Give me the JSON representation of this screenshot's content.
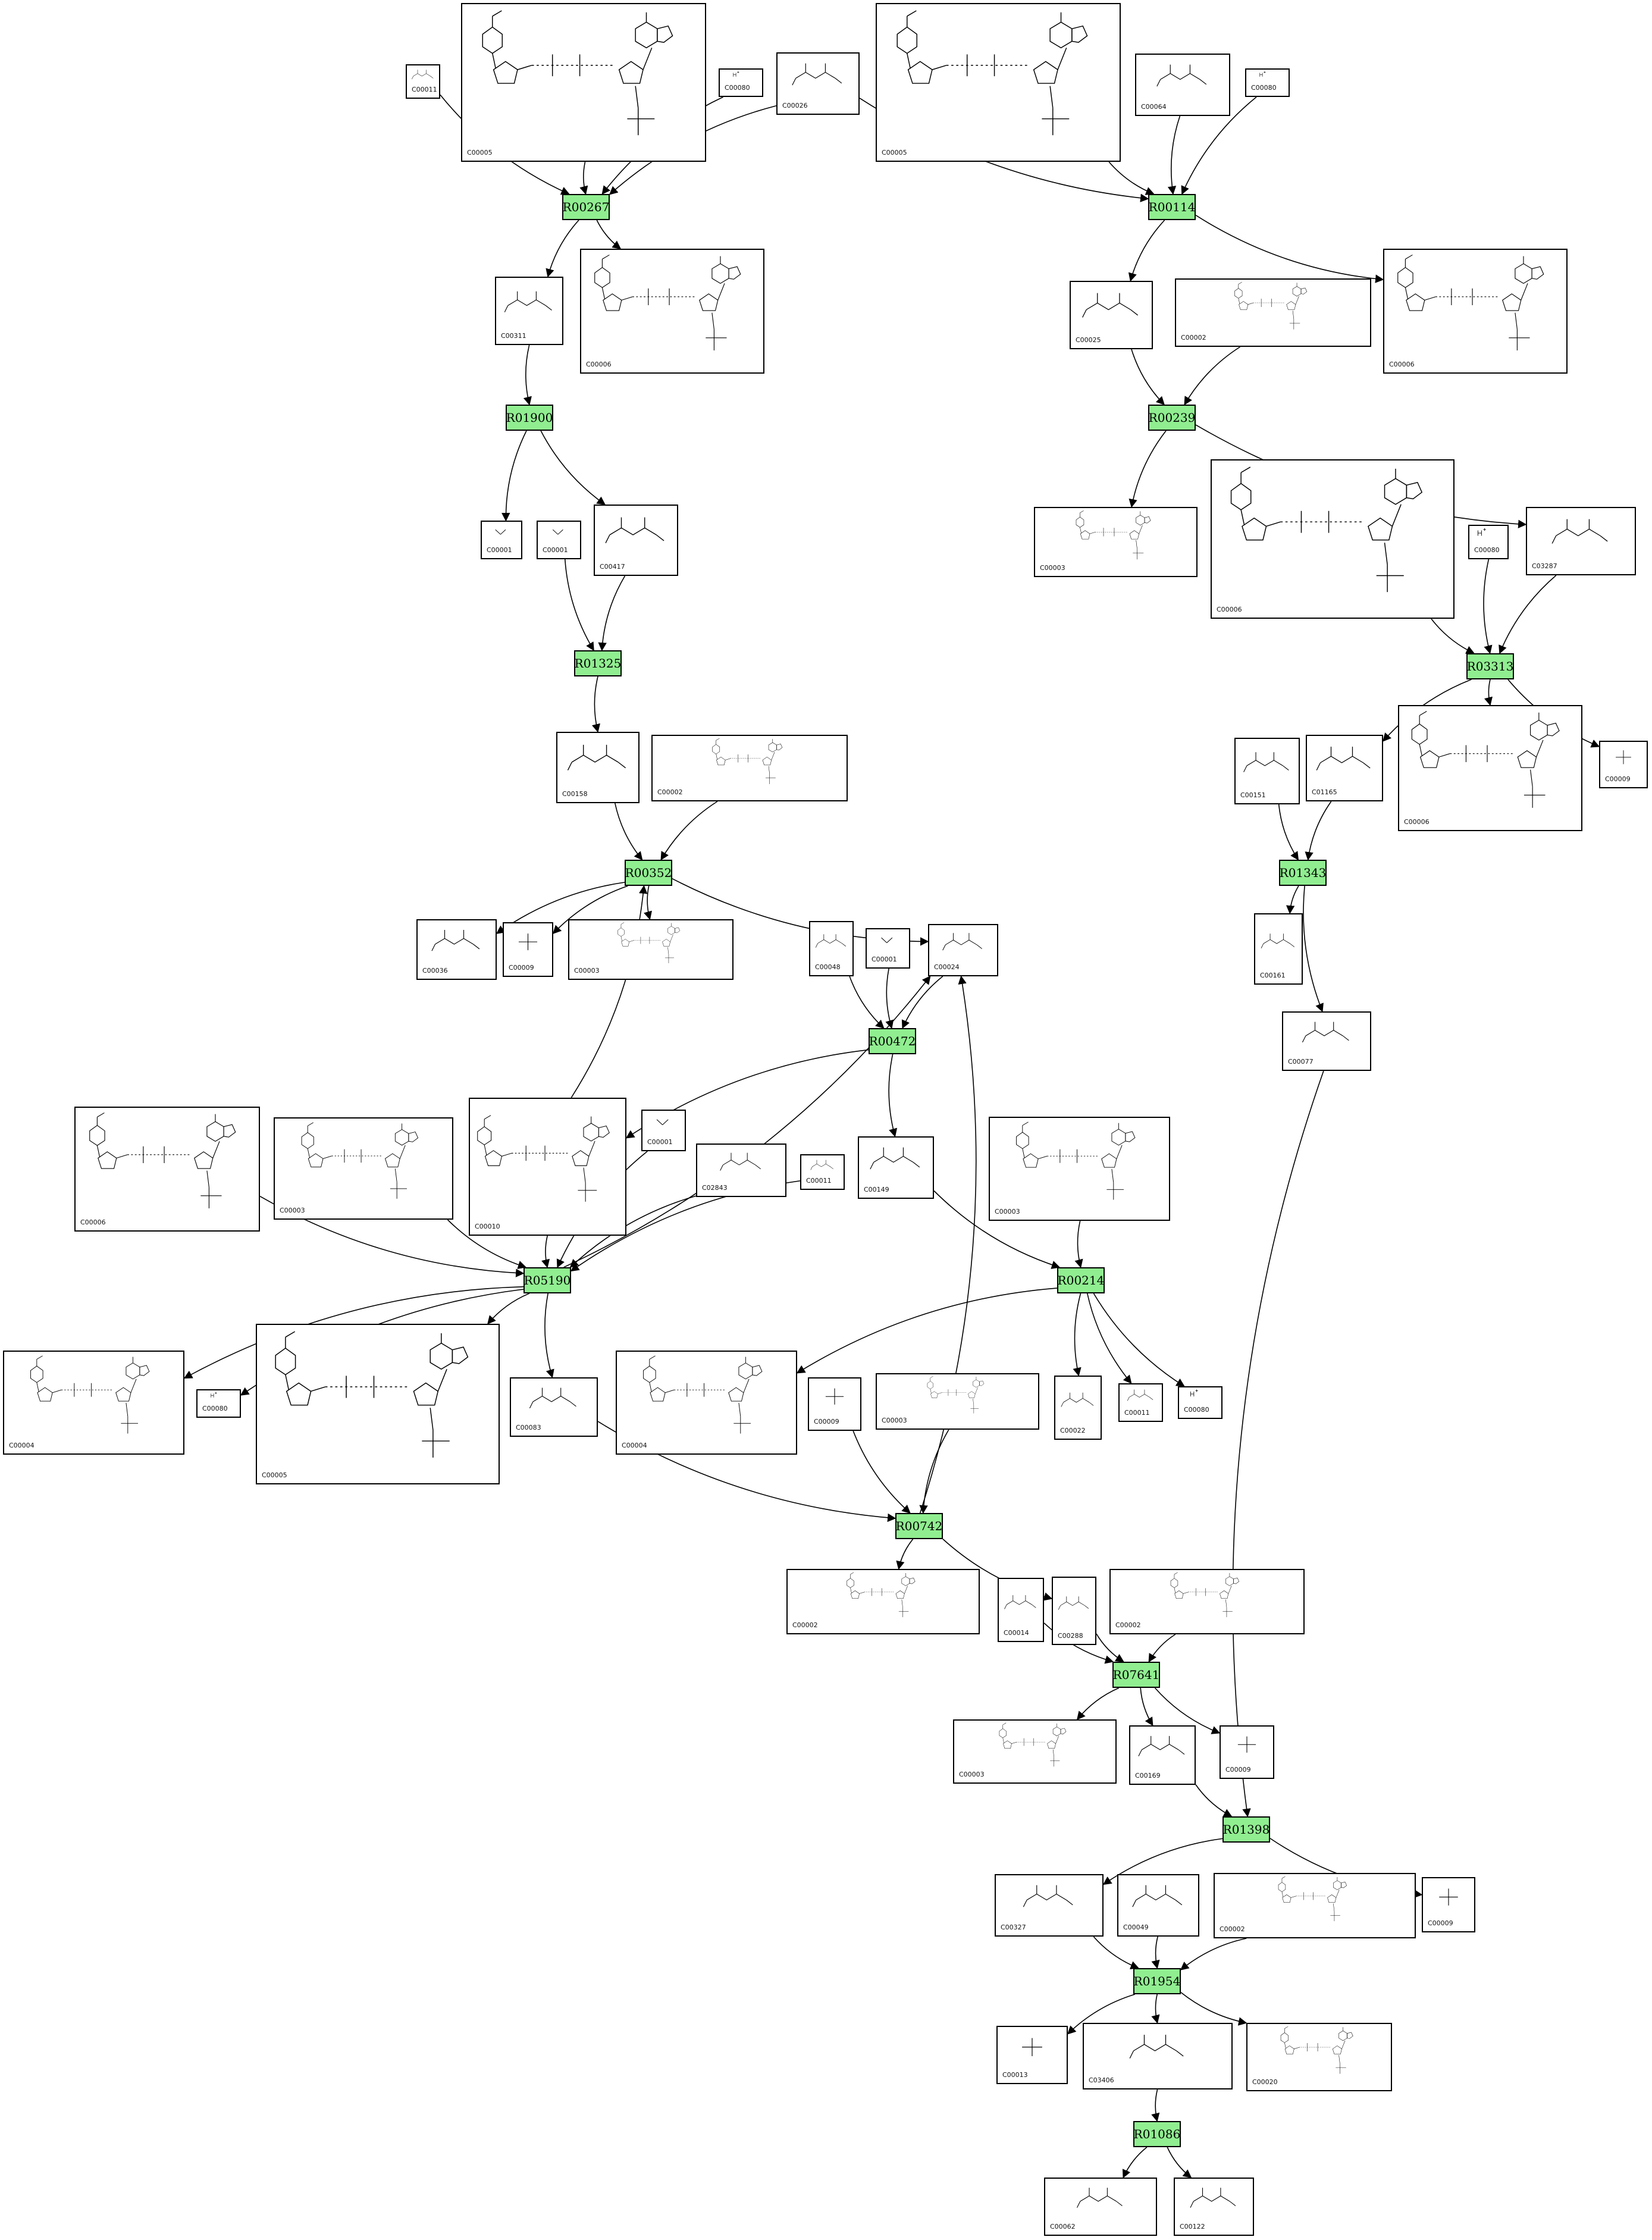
{
  "reactions": [
    {
      "id": "r1",
      "label": "R00267"
    },
    {
      "id": "r2",
      "label": "R00114"
    },
    {
      "id": "r3",
      "label": "R01900"
    },
    {
      "id": "r4",
      "label": "R00239"
    },
    {
      "id": "r5",
      "label": "R01325"
    },
    {
      "id": "r6",
      "label": "R03313"
    },
    {
      "id": "r7",
      "label": "R00352"
    },
    {
      "id": "r8",
      "label": "R01343"
    },
    {
      "id": "r9",
      "label": "R00472"
    },
    {
      "id": "r10",
      "label": "R05190"
    },
    {
      "id": "r11",
      "label": "R00214"
    },
    {
      "id": "r12",
      "label": "R00742"
    },
    {
      "id": "r13",
      "label": "R07641"
    },
    {
      "id": "r14",
      "label": "R01398"
    },
    {
      "id": "r15",
      "label": "R01954"
    },
    {
      "id": "r16",
      "label": "R01086"
    }
  ],
  "compounds": [
    {
      "id": "c1",
      "label": "C00011",
      "kind": "small"
    },
    {
      "id": "c2",
      "label": "C00005",
      "kind": "nucleotide"
    },
    {
      "id": "c3",
      "label": "C00080",
      "kind": "ion"
    },
    {
      "id": "c4",
      "label": "C00026",
      "kind": "small"
    },
    {
      "id": "c5",
      "label": "C00005",
      "kind": "nucleotide"
    },
    {
      "id": "c6",
      "label": "C00064",
      "kind": "small"
    },
    {
      "id": "c7",
      "label": "C00080",
      "kind": "ion"
    },
    {
      "id": "c8",
      "label": "C00311",
      "kind": "small"
    },
    {
      "id": "c9",
      "label": "C00006",
      "kind": "nucleotide"
    },
    {
      "id": "c10",
      "label": "C00025",
      "kind": "small"
    },
    {
      "id": "c11",
      "label": "C00002",
      "kind": "nucleotide"
    },
    {
      "id": "c12",
      "label": "C00006",
      "kind": "nucleotide"
    },
    {
      "id": "c13",
      "label": "C00001",
      "kind": "water"
    },
    {
      "id": "c14",
      "label": "C00001",
      "kind": "water"
    },
    {
      "id": "c15",
      "label": "C00417",
      "kind": "small"
    },
    {
      "id": "c16",
      "label": "C00003",
      "kind": "nucleotide"
    },
    {
      "id": "c17",
      "label": "C00006",
      "kind": "nucleotide"
    },
    {
      "id": "c18",
      "label": "C00080",
      "kind": "ion"
    },
    {
      "id": "c19",
      "label": "C03287",
      "kind": "small"
    },
    {
      "id": "c20",
      "label": "C00158",
      "kind": "small"
    },
    {
      "id": "c21",
      "label": "C00002",
      "kind": "nucleotide"
    },
    {
      "id": "c22",
      "label": "C00151",
      "kind": "small"
    },
    {
      "id": "c23",
      "label": "C01165",
      "kind": "small"
    },
    {
      "id": "c24",
      "label": "C00006",
      "kind": "nucleotide"
    },
    {
      "id": "c25",
      "label": "C00009",
      "kind": "phosphate"
    },
    {
      "id": "c26",
      "label": "C00036",
      "kind": "small"
    },
    {
      "id": "c27",
      "label": "C00009",
      "kind": "phosphate"
    },
    {
      "id": "c28",
      "label": "C00003",
      "kind": "nucleotide"
    },
    {
      "id": "c29",
      "label": "C00048",
      "kind": "small"
    },
    {
      "id": "c30",
      "label": "C00001",
      "kind": "water"
    },
    {
      "id": "c31",
      "label": "C00024",
      "kind": "small"
    },
    {
      "id": "c32",
      "label": "C00161",
      "kind": "small"
    },
    {
      "id": "c33",
      "label": "C00077",
      "kind": "small"
    },
    {
      "id": "c34",
      "label": "C00006",
      "kind": "nucleotide"
    },
    {
      "id": "c35",
      "label": "C00003",
      "kind": "nucleotide"
    },
    {
      "id": "c36",
      "label": "C00010",
      "kind": "nucleotide"
    },
    {
      "id": "c37",
      "label": "C00001",
      "kind": "water"
    },
    {
      "id": "c38",
      "label": "C02843",
      "kind": "small"
    },
    {
      "id": "c39",
      "label": "C00011",
      "kind": "small"
    },
    {
      "id": "c40",
      "label": "C00149",
      "kind": "small"
    },
    {
      "id": "c41",
      "label": "C00003",
      "kind": "nucleotide"
    },
    {
      "id": "c42",
      "label": "C00004",
      "kind": "nucleotide"
    },
    {
      "id": "c43",
      "label": "C00080",
      "kind": "ion"
    },
    {
      "id": "c44",
      "label": "C00005",
      "kind": "nucleotide"
    },
    {
      "id": "c45",
      "label": "C00083",
      "kind": "small"
    },
    {
      "id": "c46",
      "label": "C00004",
      "kind": "nucleotide"
    },
    {
      "id": "c47",
      "label": "C00009",
      "kind": "phosphate"
    },
    {
      "id": "c48",
      "label": "C00003",
      "kind": "nucleotide"
    },
    {
      "id": "c49",
      "label": "C00022",
      "kind": "small"
    },
    {
      "id": "c50",
      "label": "C00011",
      "kind": "small"
    },
    {
      "id": "c51",
      "label": "C00080",
      "kind": "ion"
    },
    {
      "id": "c52",
      "label": "C00002",
      "kind": "nucleotide"
    },
    {
      "id": "c53",
      "label": "C00014",
      "kind": "small"
    },
    {
      "id": "c54",
      "label": "C00288",
      "kind": "small"
    },
    {
      "id": "c55",
      "label": "C00002",
      "kind": "nucleotide"
    },
    {
      "id": "c56",
      "label": "C00003",
      "kind": "nucleotide"
    },
    {
      "id": "c57",
      "label": "C00169",
      "kind": "small"
    },
    {
      "id": "c58",
      "label": "C00009",
      "kind": "phosphate"
    },
    {
      "id": "c59",
      "label": "C00327",
      "kind": "small"
    },
    {
      "id": "c60",
      "label": "C00049",
      "kind": "small"
    },
    {
      "id": "c61",
      "label": "C00002",
      "kind": "nucleotide"
    },
    {
      "id": "c62",
      "label": "C00009",
      "kind": "phosphate"
    },
    {
      "id": "c63",
      "label": "C00013",
      "kind": "phosphate"
    },
    {
      "id": "c64",
      "label": "C03406",
      "kind": "small"
    },
    {
      "id": "c65",
      "label": "C00020",
      "kind": "nucleotide"
    },
    {
      "id": "c66",
      "label": "C00062",
      "kind": "small"
    },
    {
      "id": "c67",
      "label": "C00122",
      "kind": "small"
    }
  ],
  "edges": [
    [
      "c1",
      "r1"
    ],
    [
      "c2",
      "r1"
    ],
    [
      "c3",
      "r1"
    ],
    [
      "c4",
      "r1"
    ],
    [
      "r1",
      "c8"
    ],
    [
      "r1",
      "c9"
    ],
    [
      "c4",
      "r2"
    ],
    [
      "c5",
      "r2"
    ],
    [
      "c6",
      "r2"
    ],
    [
      "c7",
      "r2"
    ],
    [
      "r2",
      "c10"
    ],
    [
      "r2",
      "c12"
    ],
    [
      "c8",
      "r3"
    ],
    [
      "r3",
      "c13"
    ],
    [
      "r3",
      "c15"
    ],
    [
      "c10",
      "r4"
    ],
    [
      "c11",
      "r4"
    ],
    [
      "r4",
      "c16"
    ],
    [
      "r4",
      "c19"
    ],
    [
      "c14",
      "r5"
    ],
    [
      "c15",
      "r5"
    ],
    [
      "r5",
      "c20"
    ],
    [
      "c17",
      "r6"
    ],
    [
      "c18",
      "r6"
    ],
    [
      "c19",
      "r6"
    ],
    [
      "r6",
      "c23"
    ],
    [
      "r6",
      "c24"
    ],
    [
      "r6",
      "c25"
    ],
    [
      "c20",
      "r7"
    ],
    [
      "c21",
      "r7"
    ],
    [
      "r7",
      "c26"
    ],
    [
      "r7",
      "c27"
    ],
    [
      "r7",
      "c28"
    ],
    [
      "r7",
      "c31"
    ],
    [
      "c22",
      "r8"
    ],
    [
      "c23",
      "r8"
    ],
    [
      "r8",
      "c32"
    ],
    [
      "r8",
      "c33"
    ],
    [
      "c29",
      "r9"
    ],
    [
      "c30",
      "r9"
    ],
    [
      "c31",
      "r9"
    ],
    [
      "r9",
      "c40"
    ],
    [
      "r9",
      "c36"
    ],
    [
      "c34",
      "r10"
    ],
    [
      "c35",
      "r10"
    ],
    [
      "c36",
      "r10"
    ],
    [
      "c37",
      "r10"
    ],
    [
      "c38",
      "r10"
    ],
    [
      "c39",
      "r10"
    ],
    [
      "r10",
      "c42"
    ],
    [
      "r10",
      "c43"
    ],
    [
      "r10",
      "c44"
    ],
    [
      "r10",
      "c45"
    ],
    [
      "r10",
      "c31"
    ],
    [
      "c36",
      "r7"
    ],
    [
      "c40",
      "r11"
    ],
    [
      "c41",
      "r11"
    ],
    [
      "r11",
      "c46"
    ],
    [
      "r11",
      "c49"
    ],
    [
      "r11",
      "c50"
    ],
    [
      "r11",
      "c51"
    ],
    [
      "c45",
      "r12"
    ],
    [
      "c47",
      "r12"
    ],
    [
      "c48",
      "r12"
    ],
    [
      "r12",
      "c52"
    ],
    [
      "r12",
      "c54"
    ],
    [
      "r12",
      "c31"
    ],
    [
      "c53",
      "r13"
    ],
    [
      "c54",
      "r13"
    ],
    [
      "c55",
      "r13"
    ],
    [
      "r13",
      "c56"
    ],
    [
      "r13",
      "c57"
    ],
    [
      "r13",
      "c58"
    ],
    [
      "c33",
      "r14"
    ],
    [
      "c57",
      "r14"
    ],
    [
      "r14",
      "c59"
    ],
    [
      "r14",
      "c62"
    ],
    [
      "c59",
      "r15"
    ],
    [
      "c60",
      "r15"
    ],
    [
      "c61",
      "r15"
    ],
    [
      "r15",
      "c63"
    ],
    [
      "r15",
      "c64"
    ],
    [
      "r15",
      "c65"
    ],
    [
      "c64",
      "r16"
    ],
    [
      "r16",
      "c66"
    ],
    [
      "r16",
      "c67"
    ]
  ]
}
